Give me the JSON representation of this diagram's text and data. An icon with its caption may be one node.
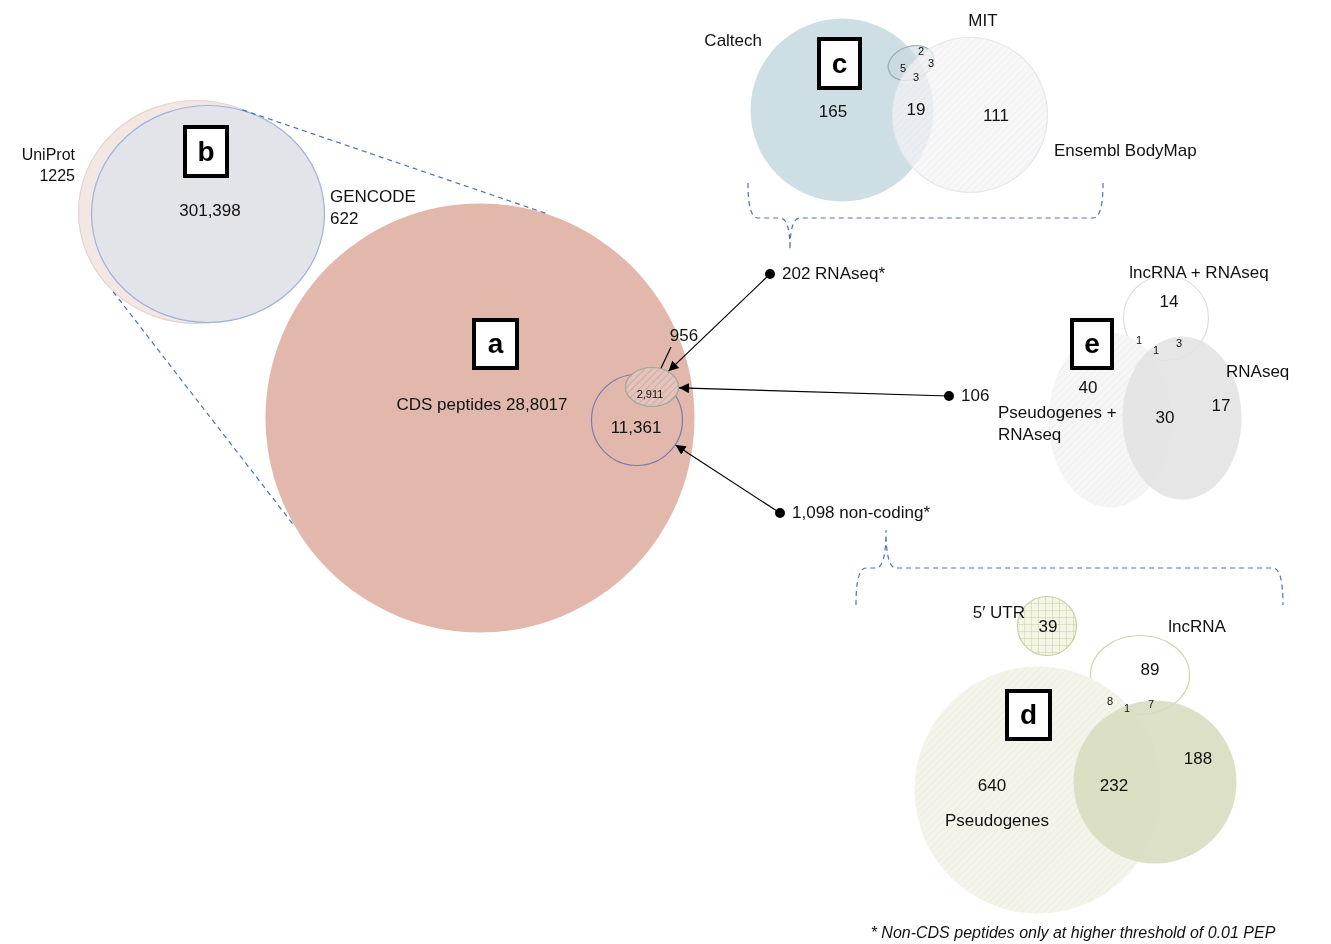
{
  "diagram": {
    "nodes": [
      {
        "text": [
          "CDS peptides 28,8017"
        ]
      },
      {
        "text": [
          "a"
        ],
        "in": 0
      },
      {
        "text": [
          "UniProt 1225"
        ]
      },
      {
        "text": [
          "GENCODE 622"
        ]
      },
      {
        "text": [
          "b"
        ],
        "in": 3
      },
      {
        "text": [
          "11,361"
        ],
        "in": 0
      },
      {
        "text": [
          "2,911"
        ],
        "in": 0
      },
      {
        "text": [
          "956"
        ]
      },
      {
        "text": [
          "202 RNAseq*"
        ]
      },
      {
        "text": [
          "106"
        ]
      },
      {
        "text": [
          "1,098 non-coding*"
        ]
      },
      {
        "text": [
          "Caltech"
        ]
      },
      {
        "text": [
          "c"
        ],
        "in": 11
      },
      {
        "text": [
          "MIT"
        ],
        "in": 11
      },
      {
        "text": [
          "Ensembl BodyMap"
        ]
      },
      {
        "text": [
          "lncRNA + RNAseq"
        ]
      },
      {
        "text": [
          "Pseudogenes + RNAseq"
        ]
      },
      {
        "text": [
          "e"
        ]
      },
      {
        "text": [
          "RNAseq"
        ]
      },
      {
        "text": [
          "5′ UTR"
        ]
      },
      {
        "text": [
          "lncRNA"
        ]
      },
      {
        "text": [
          "Pseudogenes"
        ]
      },
      {
        "text": [
          "d"
        ],
        "in": 21
      },
      {
        "text": [],
        "shape": "circle"
      }
    ],
    "edges": [
      {
        "from": 7,
        "to": 6,
        "arrow": "none"
      },
      {
        "from": 8,
        "to": 6,
        "arrow": "to"
      },
      {
        "from": 9,
        "to": 6,
        "arrow": "to"
      },
      {
        "from": 10,
        "to": 5,
        "arrow": "to"
      },
      {
        "from": 3,
        "to": 0,
        "arrow": "none",
        "style": "dashed",
        "color": "#4a72c4"
      },
      {
        "from": 2,
        "to": 0,
        "arrow": "none",
        "style": "dashed",
        "color": "#4a72c4"
      }
    ],
    "labels": [
      "301,398",
      "165",
      "19",
      "111",
      "5",
      "2",
      "3",
      "3",
      "14",
      "1",
      "1",
      "3",
      "40",
      "30",
      "17",
      "39",
      "89",
      "8",
      "1",
      "7",
      "640",
      "232",
      "188",
      "* Non-CDS peptides only at higher threshold of 0.01 PEP"
    ]
  }
}
